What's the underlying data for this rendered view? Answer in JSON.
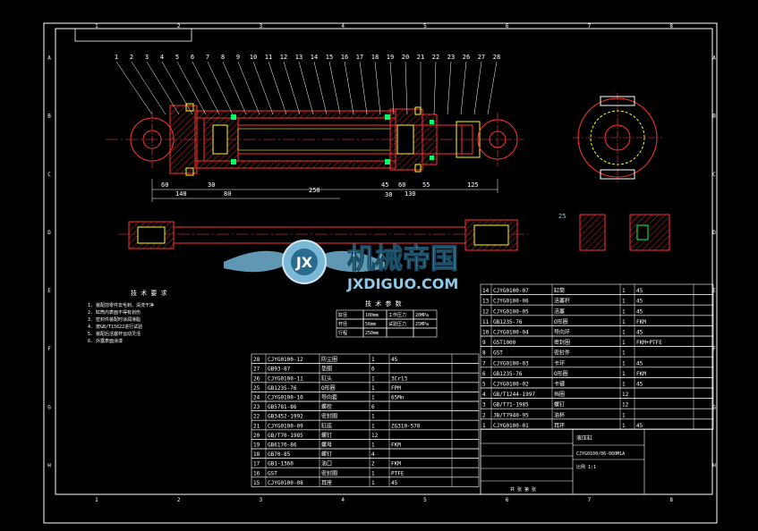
{
  "frame": {
    "col_labels": [
      "1",
      "2",
      "3",
      "4",
      "5",
      "6",
      "7",
      "8"
    ],
    "row_labels": [
      "A",
      "B",
      "C",
      "D",
      "E",
      "F",
      "G",
      "H"
    ]
  },
  "main_view": {
    "balloons": [
      "1",
      "2",
      "3",
      "4",
      "5",
      "6",
      "7",
      "8",
      "9",
      "10",
      "11",
      "12",
      "13",
      "14",
      "15",
      "16",
      "17",
      "18",
      "19",
      "20",
      "21",
      "22",
      "23",
      "26",
      "27",
      "28"
    ],
    "dims": {
      "d60a": "60",
      "d140": "140",
      "d30a": "30",
      "d80": "80",
      "d250": "250",
      "d45": "45",
      "d60b": "60",
      "d55": "55",
      "d130": "130",
      "d125": "125",
      "d30b": "30"
    }
  },
  "watermark": {
    "title": "机械帝国",
    "url": "JXDIGUO.COM",
    "logo_letters": "JX"
  },
  "tech_req": {
    "title": "技 术 要 求",
    "lines": [
      "1. 装配前零件去毛刺、清洗干净",
      "2. 缸筒内表面不得有划伤",
      "3. 密封件装配时涂润滑脂",
      "4. 按GB/T15622进行试验",
      "5. 装配后活塞杆运动灵活",
      "6. 外露表面涂漆"
    ]
  },
  "perf_table": {
    "title": "技 术 参 数",
    "rows": [
      [
        "缸径",
        "100mm",
        "工作压力",
        "20MPa"
      ],
      [
        "杆径",
        "56mm",
        "试验压力",
        "25MPa"
      ],
      [
        "行程",
        "250mm",
        "",
        ""
      ]
    ]
  },
  "bom_left": {
    "rows": [
      [
        "28",
        "CJYG0100-12",
        "防尘圈",
        "1",
        "45"
      ],
      [
        "27",
        "GB93-87",
        "垫圈",
        "6",
        ""
      ],
      [
        "26",
        "CJYG0100-11",
        "缸头",
        "1",
        "3Cr13"
      ],
      [
        "25",
        "GB1235-76",
        "O形圈",
        "1",
        "FPM"
      ],
      [
        "24",
        "CJYG0100-10",
        "导向套",
        "1",
        "65Mn"
      ],
      [
        "23",
        "GB5781-86",
        "螺栓",
        "6",
        ""
      ],
      [
        "22",
        "GB3452-1992",
        "密封圈",
        "1",
        ""
      ],
      [
        "21",
        "CJYG0100-09",
        "缸底",
        "1",
        "ZG310-570"
      ],
      [
        "20",
        "GB/T70-1985",
        "螺钉",
        "12",
        ""
      ],
      [
        "19",
        "GB6170-86",
        "螺母",
        "1",
        "FKM"
      ],
      [
        "18",
        "GB70-85",
        "螺钉",
        "4",
        ""
      ],
      [
        "17",
        "GB1-1360",
        "油口",
        "2",
        "FKM"
      ],
      [
        "16",
        "GST",
        "密封圈",
        "1",
        "PTFE"
      ],
      [
        "15",
        "CJYG0100-08",
        "耳座",
        "1",
        "45"
      ]
    ]
  },
  "bom_right": {
    "rows": [
      [
        "14",
        "CJYG0100-07",
        "缸筒",
        "1",
        "45"
      ],
      [
        "13",
        "CJYG0100-06",
        "活塞杆",
        "1",
        "45"
      ],
      [
        "12",
        "CJYG0100-05",
        "活塞",
        "1",
        "45"
      ],
      [
        "11",
        "GB1235-76",
        "O形圈",
        "1",
        "FKM"
      ],
      [
        "10",
        "CJYG0100-04",
        "导向环",
        "1",
        "45"
      ],
      [
        "9",
        "GST1000",
        "密封圈",
        "1",
        "FKM+PTFE"
      ],
      [
        "8",
        "GST",
        "密封件",
        "1",
        ""
      ],
      [
        "7",
        "CJYG0100-03",
        "卡环",
        "1",
        "45"
      ],
      [
        "6",
        "GB1235-76",
        "O形圈",
        "1",
        "FKM"
      ],
      [
        "5",
        "CJYG0100-02",
        "卡键",
        "1",
        "45"
      ],
      [
        "4",
        "GB/T1244-1997",
        "挡圈",
        "12",
        ""
      ],
      [
        "3",
        "GB/T71-1985",
        "螺钉",
        "12",
        ""
      ],
      [
        "2",
        "JB/T7940-95",
        "油杯",
        "1",
        ""
      ],
      [
        "1",
        "CJYG0100-01",
        "耳环",
        "1",
        "45"
      ]
    ]
  },
  "title_block": {
    "name": "液压缸",
    "drawing_no": "CJYG0100/06-060M1A",
    "scale": "比例 1:1",
    "sheet": "共 张 第 张"
  },
  "colors": {
    "frame": "#ffffff",
    "outline": "#ff3333",
    "hatch": "#cc2222",
    "yellow": "#ffff00",
    "green": "#00ff66",
    "cyan": "#00ffff",
    "dim": "#ffffff",
    "center": "#ff4444"
  }
}
